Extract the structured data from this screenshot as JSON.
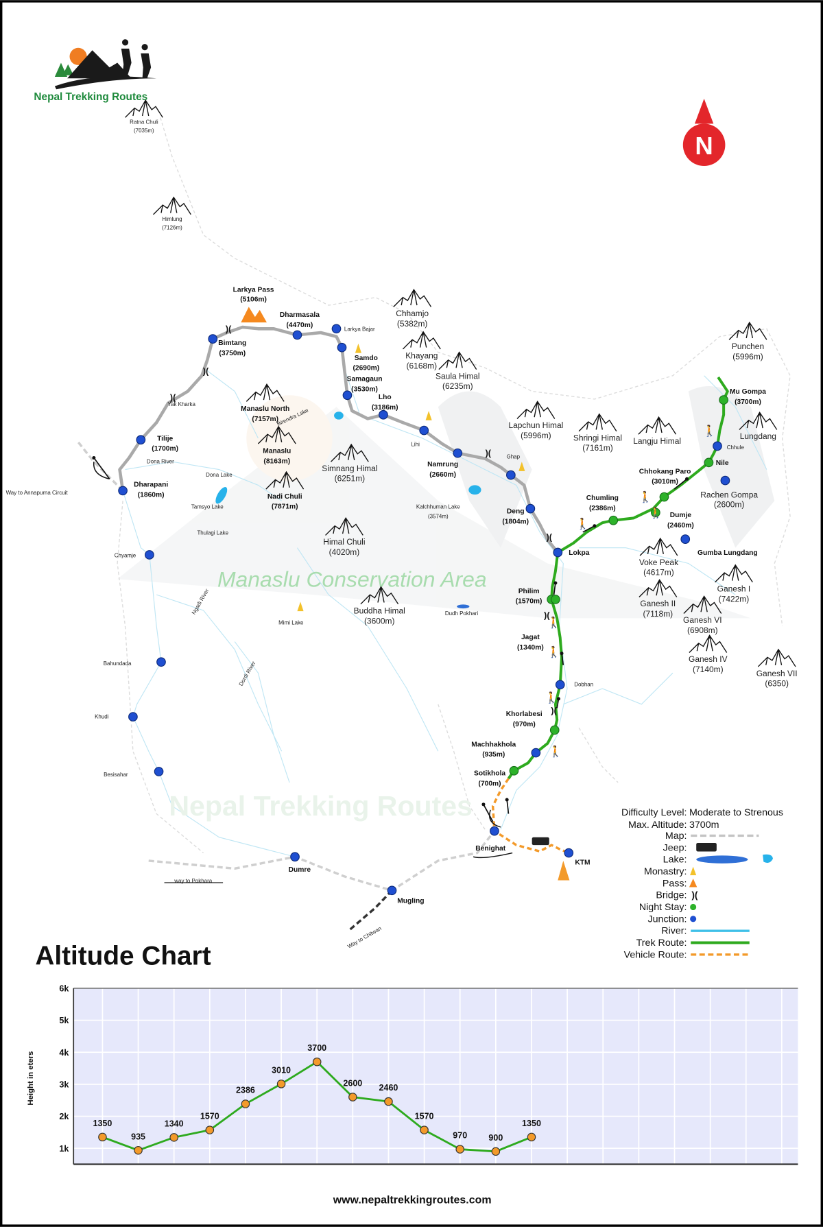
{
  "brand": {
    "name": "Nepal Trekking Routes",
    "colors": {
      "green": "#1e8a3c",
      "sun": "#f07d22"
    }
  },
  "compass": {
    "letter": "N",
    "color": "#e3262b"
  },
  "watermark": {
    "area": "Manaslu Conservation Area",
    "brand": "Nepal Trekking Routes"
  },
  "peaks": [
    {
      "name": "Ratna Chuli",
      "elev": "(7035m)"
    },
    {
      "name": "Himlung",
      "elev": "(7126m)"
    },
    {
      "name": "Chhamjo",
      "elev": "(5382m)"
    },
    {
      "name": "Khayang",
      "elev": "(6168m)"
    },
    {
      "name": "Saula Himal",
      "elev": "(6235m)"
    },
    {
      "name": "Punchen",
      "elev": "(5996m)"
    },
    {
      "name": "Manaslu North",
      "elev": "(7157m)"
    },
    {
      "name": "Manaslu",
      "elev": "(8163m)"
    },
    {
      "name": "Simnang Himal",
      "elev": "(6251m)"
    },
    {
      "name": "Nadi Chuli",
      "elev": "(7871m)"
    },
    {
      "name": "Lapchun Himal",
      "elev": "(5996m)"
    },
    {
      "name": "Shringi Himal",
      "elev": "(7161m)"
    },
    {
      "name": "Langju Himal",
      "elev": ""
    },
    {
      "name": "Lungdang",
      "elev": ""
    },
    {
      "name": "Himal Chuli",
      "elev": "(4020m)"
    },
    {
      "name": "Buddha Himal",
      "elev": "(3600m)"
    },
    {
      "name": "Voke  Peak",
      "elev": "(4617m)"
    },
    {
      "name": "Ganesh I",
      "elev": "(7422m)"
    },
    {
      "name": "Ganesh II",
      "elev": "(7118m)"
    },
    {
      "name": "Ganesh VI",
      "elev": "(6908m)"
    },
    {
      "name": "Ganesh IV",
      "elev": "(7140m)"
    },
    {
      "name": "Ganesh VII",
      "elev": "(6350)"
    }
  ],
  "pass": {
    "name": "Larkya Pass",
    "elev": "(5106m)"
  },
  "places": [
    {
      "name": "Dharapani",
      "elev": "(1860m)",
      "type": "junction"
    },
    {
      "name": "Tilije",
      "elev": "(1700m)",
      "type": "junction"
    },
    {
      "name": "Bimtang",
      "elev": "(3750m)",
      "type": "junction"
    },
    {
      "name": "Dharmasala",
      "elev": "(4470m)",
      "type": "junction"
    },
    {
      "name": "Larkya Bajar",
      "elev": "",
      "type": "junction"
    },
    {
      "name": "Samdo",
      "elev": "(2690m)",
      "type": "junction"
    },
    {
      "name": "Samagaun",
      "elev": "(3530m)",
      "type": "junction"
    },
    {
      "name": "Lho",
      "elev": "(3186m)",
      "type": "junction"
    },
    {
      "name": "Lihi",
      "elev": "",
      "type": "junction"
    },
    {
      "name": "Namrung",
      "elev": "(2660m)",
      "type": "junction"
    },
    {
      "name": "Ghap",
      "elev": "",
      "type": "junction"
    },
    {
      "name": "Deng",
      "elev": "(1804m)",
      "type": "junction"
    },
    {
      "name": "Lokpa",
      "elev": "",
      "type": "junction"
    },
    {
      "name": "Philim",
      "elev": "(1570m)",
      "type": "night"
    },
    {
      "name": "Jagat",
      "elev": "(1340m)",
      "type": "label"
    },
    {
      "name": "Dobhan",
      "elev": "",
      "type": "junction"
    },
    {
      "name": "Khorlabesi",
      "elev": "(970m)",
      "type": "night"
    },
    {
      "name": "Machhakhola",
      "elev": "(935m)",
      "type": "junction"
    },
    {
      "name": "Sotikhola",
      "elev": "(700m)",
      "type": "night"
    },
    {
      "name": "Benighat",
      "elev": "",
      "type": "junction"
    },
    {
      "name": "KTM",
      "elev": "",
      "type": "junction"
    },
    {
      "name": "Dumre",
      "elev": "",
      "type": "junction"
    },
    {
      "name": "Mugling",
      "elev": "",
      "type": "junction"
    },
    {
      "name": "Besisahar",
      "elev": "",
      "type": "junction"
    },
    {
      "name": "Khudi",
      "elev": "",
      "type": "junction"
    },
    {
      "name": "Bahundada",
      "elev": "",
      "type": "junction"
    },
    {
      "name": "Chyamje",
      "elev": "",
      "type": "junction"
    },
    {
      "name": "Chumling",
      "elev": "(2386m)",
      "type": "night"
    },
    {
      "name": "Dumje",
      "elev": "(2460m)",
      "type": "night"
    },
    {
      "name": "Chhokang Paro",
      "elev": "(3010m)",
      "type": "night"
    },
    {
      "name": "Nile",
      "elev": "",
      "type": "night"
    },
    {
      "name": "Chhule",
      "elev": "",
      "type": "junction"
    },
    {
      "name": "Mu Gompa",
      "elev": "(3700m)",
      "type": "night"
    },
    {
      "name": "Rachen Gompa",
      "elev": "(2600m)",
      "type": "junction"
    },
    {
      "name": "Gumba Lungdang",
      "elev": "",
      "type": "junction"
    }
  ],
  "features": [
    "Yak Kharka",
    "Dona River",
    "Dona Lake",
    "Tamsyo Lake",
    "Thulagi Lake",
    "Birendra Lake",
    "Kalchhuman Lake",
    "(3574m)",
    "Ngadi River",
    "Dordi River",
    "Mimi Lake",
    "Dudh Pokhari",
    "Way to Annapurna  Circuit",
    "way to Pokhara",
    "Way to Chitwan"
  ],
  "legend": {
    "difficulty_label": "Difficulty Level:",
    "difficulty_value": "Moderate to Strenous",
    "altitude_label": "Max. Altitude:",
    "altitude_value": "3700m",
    "items": [
      "Map:",
      "Jeep:",
      "Lake:",
      "Monastry:",
      "Pass:",
      "Bridge:",
      "Night Stay:",
      "Junction:",
      "River:",
      "Trek Route:",
      "Vehicle Route:"
    ],
    "colors": {
      "map": "#c4c4c4",
      "lake": "#2f6fd6",
      "river": "#3fc0e8",
      "trek": "#2eaa1e",
      "vehicle": "#f39a2a",
      "junction": "#1f4fd1",
      "night": "#2db22a"
    }
  },
  "chart_title": "Altitude Chart",
  "website": "www.nepaltrekkingroutes.com",
  "chart_data": {
    "type": "line",
    "title": "",
    "xlabel": "",
    "ylabel": "Height in  eters",
    "yticks": [
      "1k",
      "2k",
      "3k",
      "4k",
      "5k",
      "6k"
    ],
    "ylim": [
      500,
      6000
    ],
    "grid": true,
    "values": [
      1350,
      935,
      1340,
      1570,
      2386,
      3010,
      3700,
      2600,
      2460,
      1570,
      970,
      900,
      1350
    ],
    "data_labels": [
      "1350",
      "935",
      "1340",
      "1570",
      "2386",
      "3010",
      "3700",
      "2600",
      "2460",
      "1570",
      "970",
      "900",
      "1350"
    ],
    "line_color": "#2eaa1e",
    "marker_color": "#f39a2a",
    "background": "#e6e8fb"
  }
}
